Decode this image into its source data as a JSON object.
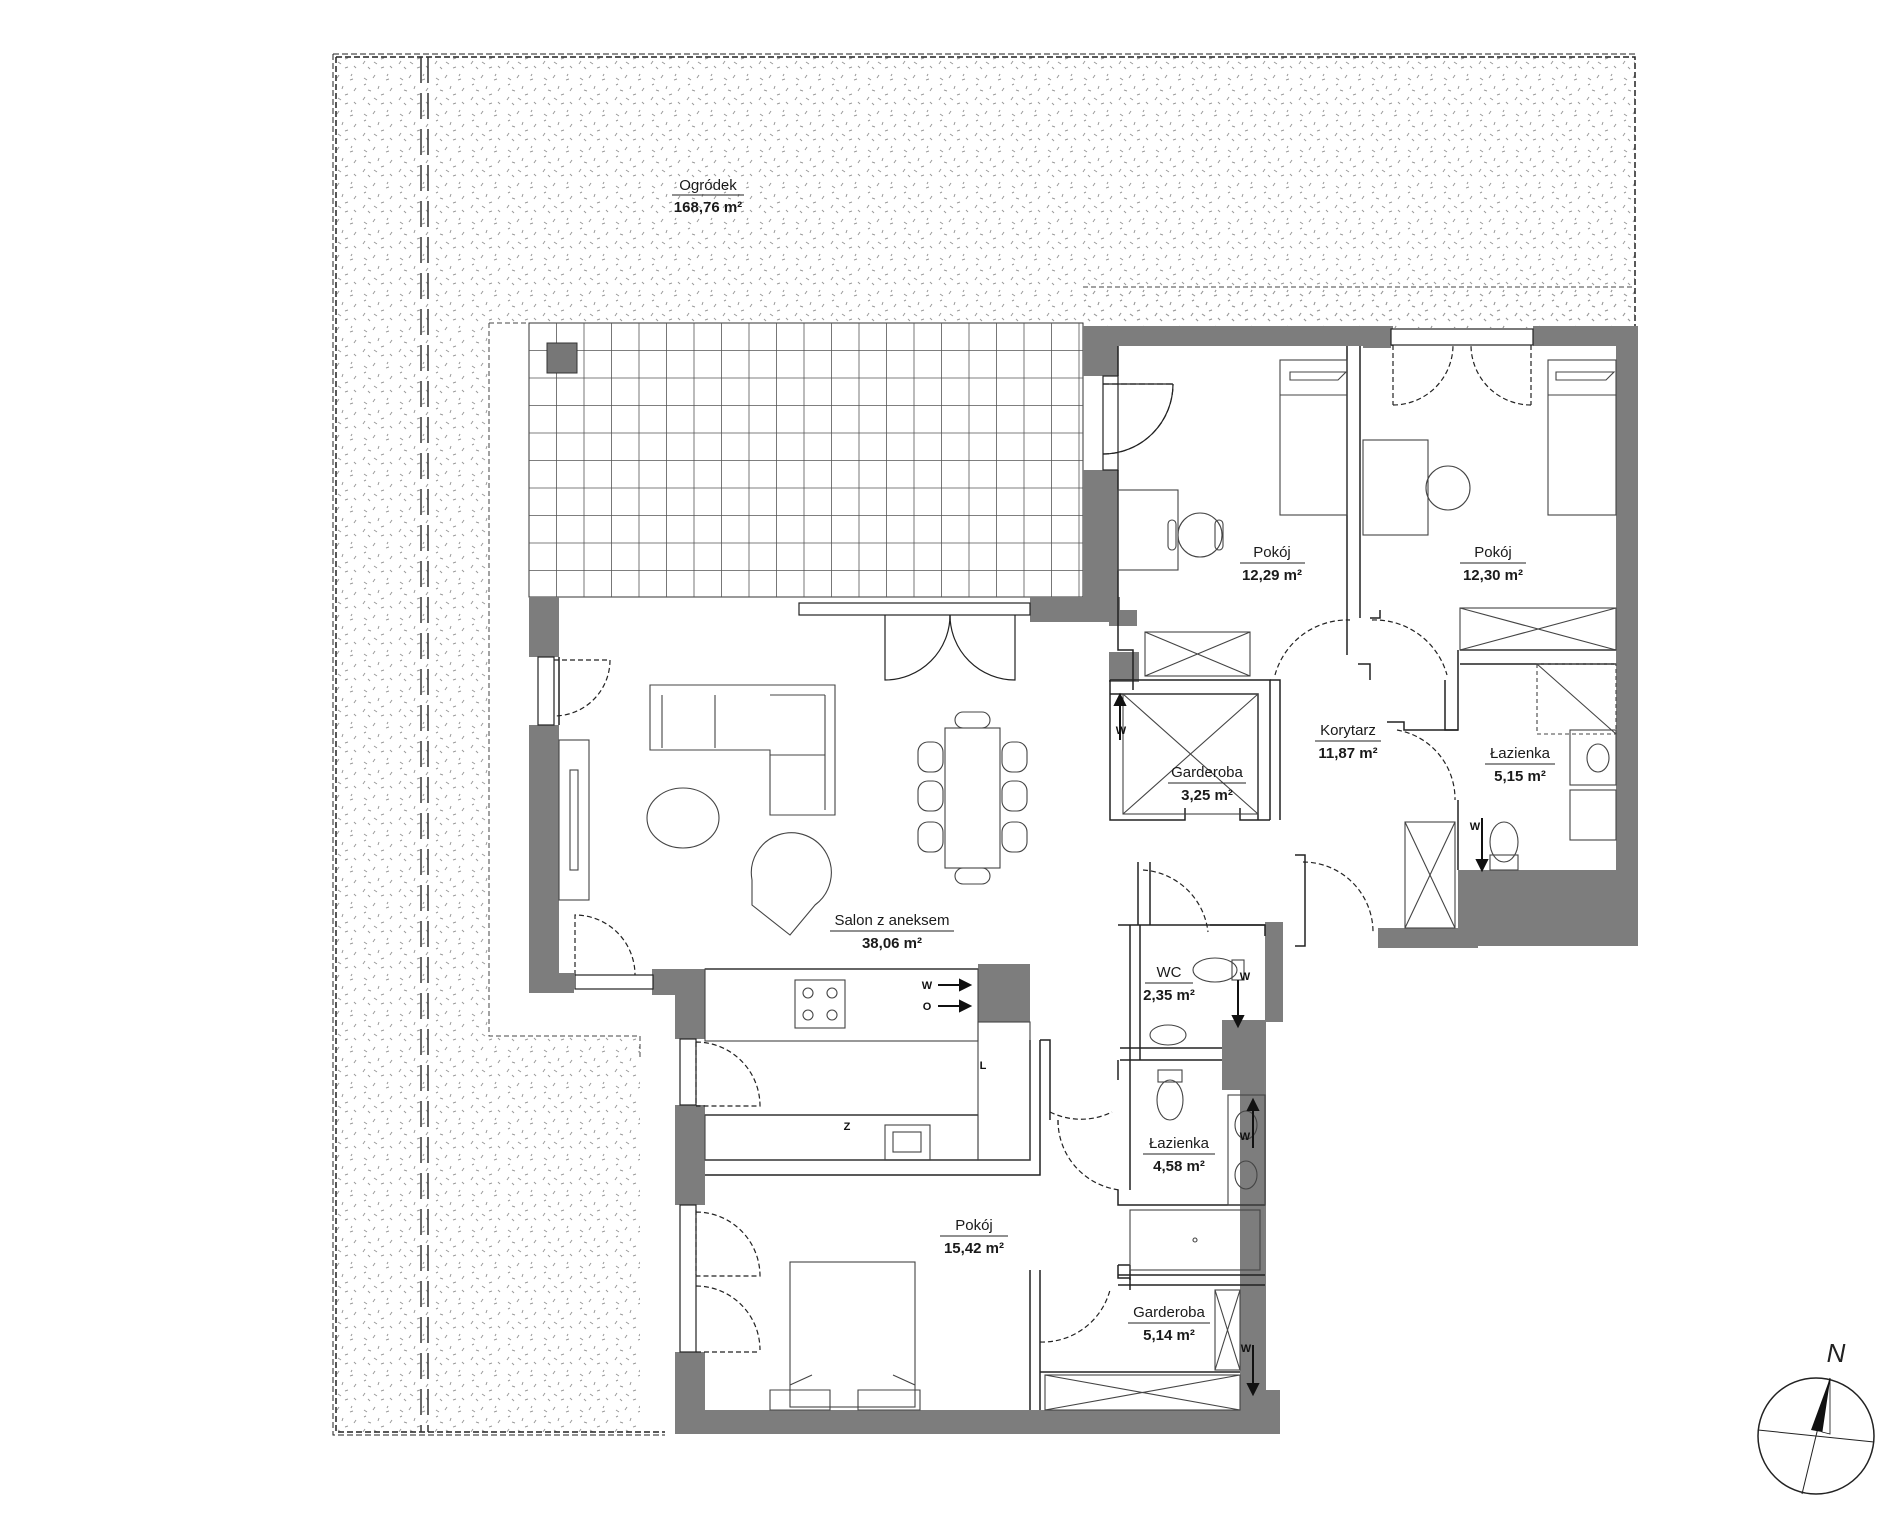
{
  "rooms": {
    "garden": {
      "name": "Ogródek",
      "area": "168,76 m²"
    },
    "room_ne_left": {
      "name": "Pokój",
      "area": "12,29 m²"
    },
    "room_ne_right": {
      "name": "Pokój",
      "area": "12,30 m²"
    },
    "living": {
      "name": "Salon z aneksem",
      "area": "38,06 m²"
    },
    "wardrobe_north": {
      "name": "Garderoba",
      "area": "3,25 m²"
    },
    "corridor": {
      "name": "Korytarz",
      "area": "11,87 m²"
    },
    "bathroom_east": {
      "name": "Łazienka",
      "area": "5,15 m²"
    },
    "wc": {
      "name": "WC",
      "area": "2,35 m²"
    },
    "bathroom_south": {
      "name": "Łazienka",
      "area": "4,58 m²"
    },
    "room_south": {
      "name": "Pokój",
      "area": "15,42 m²"
    },
    "wardrobe_south": {
      "name": "Garderoba",
      "area": "5,14 m²"
    }
  },
  "symbols": {
    "kitchen_supply_w": "W",
    "kitchen_supply_o": "O",
    "fridge": "L",
    "dishwasher": "Z",
    "vent": "W"
  },
  "compass": {
    "label": "N",
    "icon": "compass-icon"
  },
  "colors": {
    "wall": "#7d7d7d",
    "line": "#222222",
    "terrace_grid": "#444444"
  }
}
